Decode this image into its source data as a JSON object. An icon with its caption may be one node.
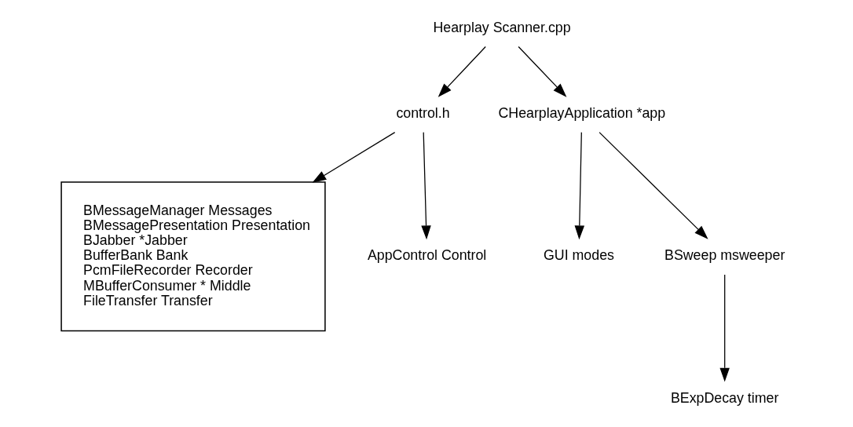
{
  "diagram": {
    "nodes": [
      {
        "text": [
          "Hearplay Scanner.cpp"
        ]
      },
      {
        "text": [
          "control.h"
        ]
      },
      {
        "text": [
          "CHearplayApplication *app"
        ]
      },
      {
        "text": [
          "BMessageManager Messages",
          "BMessagePresentation Presentation",
          "BJabber *Jabber",
          "BufferBank Bank",
          "PcmFileRecorder Recorder",
          "MBufferConsumer * Middle",
          "FileTransfer Transfer"
        ]
      },
      {
        "text": [
          "AppControl Control"
        ]
      },
      {
        "text": [
          "GUI modes"
        ]
      },
      {
        "text": [
          "BSweep msweeper"
        ]
      },
      {
        "text": [
          "BExpDecay timer"
        ]
      }
    ],
    "edges": [
      {
        "from": 0,
        "to": 1,
        "arrow": "to"
      },
      {
        "from": 0,
        "to": 2,
        "arrow": "to"
      },
      {
        "from": 1,
        "to": 3,
        "arrow": "to"
      },
      {
        "from": 1,
        "to": 4,
        "arrow": "to"
      },
      {
        "from": 2,
        "to": 5,
        "arrow": "to"
      },
      {
        "from": 2,
        "to": 6,
        "arrow": "to"
      },
      {
        "from": 6,
        "to": 7,
        "arrow": "to"
      }
    ]
  }
}
